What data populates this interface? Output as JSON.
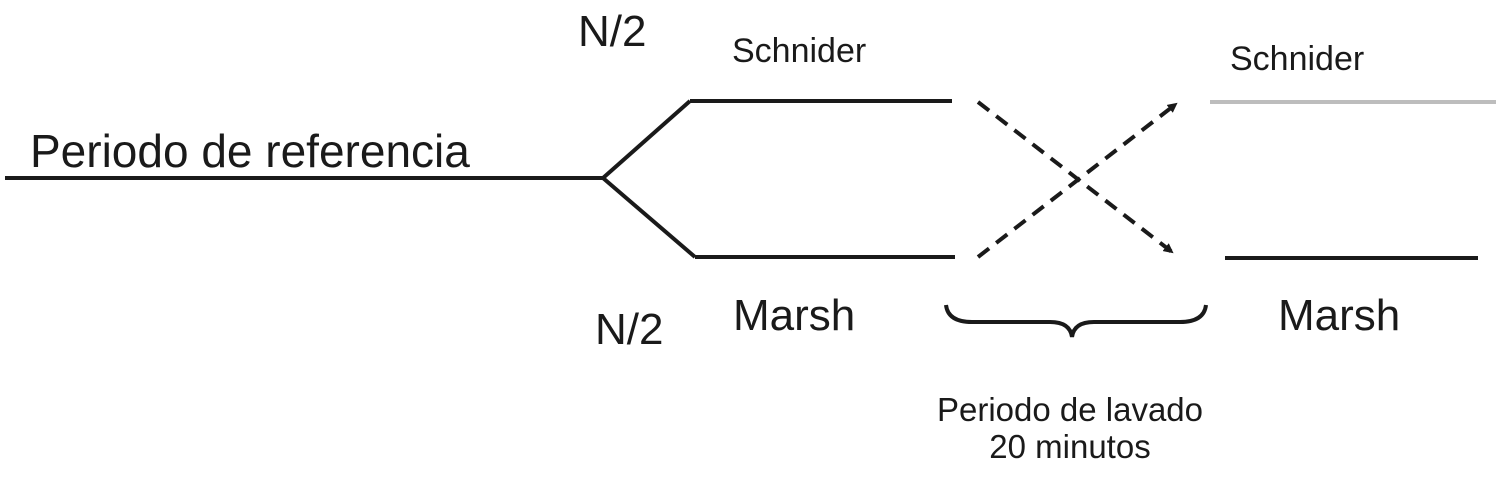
{
  "diagram": {
    "reference_period_label": "Periodo de referencia",
    "group_top": {
      "size_label": "N/2",
      "first_period_label": "Schnider",
      "second_period_label": "Schnider"
    },
    "group_bottom": {
      "size_label": "N/2",
      "first_period_label": "Marsh",
      "second_period_label": "Marsh"
    },
    "washout": {
      "title": "Periodo de lavado",
      "duration": "20 minutos"
    },
    "colors": {
      "line": "#1a1a1a",
      "faded_line": "#bdbdbd",
      "text": "#1a1a1a"
    }
  }
}
